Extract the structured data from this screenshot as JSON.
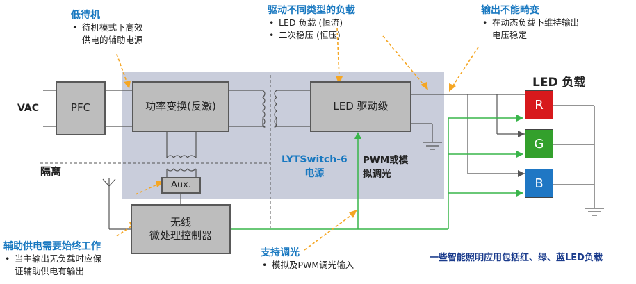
{
  "colors": {
    "panel": "#c9cddb",
    "box": "#bdbdbd",
    "accent_blue": "#1878c0",
    "green": "#39b54a",
    "orange": "#f5a623",
    "led_r": "#d7191c",
    "led_g": "#33a02c",
    "led_b": "#1f77c4"
  },
  "labels": {
    "vac": "VAC",
    "isolation": "隔离",
    "led_load": "LED 负载",
    "lytswitch_line1": "LYTSwitch-6",
    "lytswitch_line2": "电源",
    "pwm_line1": "PWM或模",
    "pwm_line2": "拟调光",
    "bottom_right": "一些智能照明应用包括红、绿、蓝LED负载"
  },
  "blocks": {
    "pfc": "PFC",
    "power_conv": "功率变换(反激)",
    "led_driver": "LED 驱动级",
    "aux": "Aux.",
    "mcu_line1": "无线",
    "mcu_line2": "微处理控制器"
  },
  "leds": {
    "r": "R",
    "g": "G",
    "b": "B"
  },
  "callouts": {
    "standby": {
      "title": "低待机",
      "items": [
        "待机模式下高效",
        "供电的辅助电源"
      ]
    },
    "drive_loads": {
      "title": "驱动不同类型的负载",
      "items": [
        "LED 负载 (恒流)",
        "二次稳压 (恒压)"
      ]
    },
    "no_distortion": {
      "title": "输出不能畸变",
      "items": [
        "在动态负载下维持输出",
        "电压稳定"
      ]
    },
    "aux_always": {
      "title": "辅助供电需要始终工作",
      "items": [
        "当主输出无负载时应保",
        "证辅助供电有输出"
      ]
    },
    "dimming": {
      "title": "支持调光",
      "items": [
        "模拟及PWM调光输入"
      ]
    }
  },
  "icons": [
    "antenna-icon",
    "ground-icon",
    "transformer-icon"
  ]
}
